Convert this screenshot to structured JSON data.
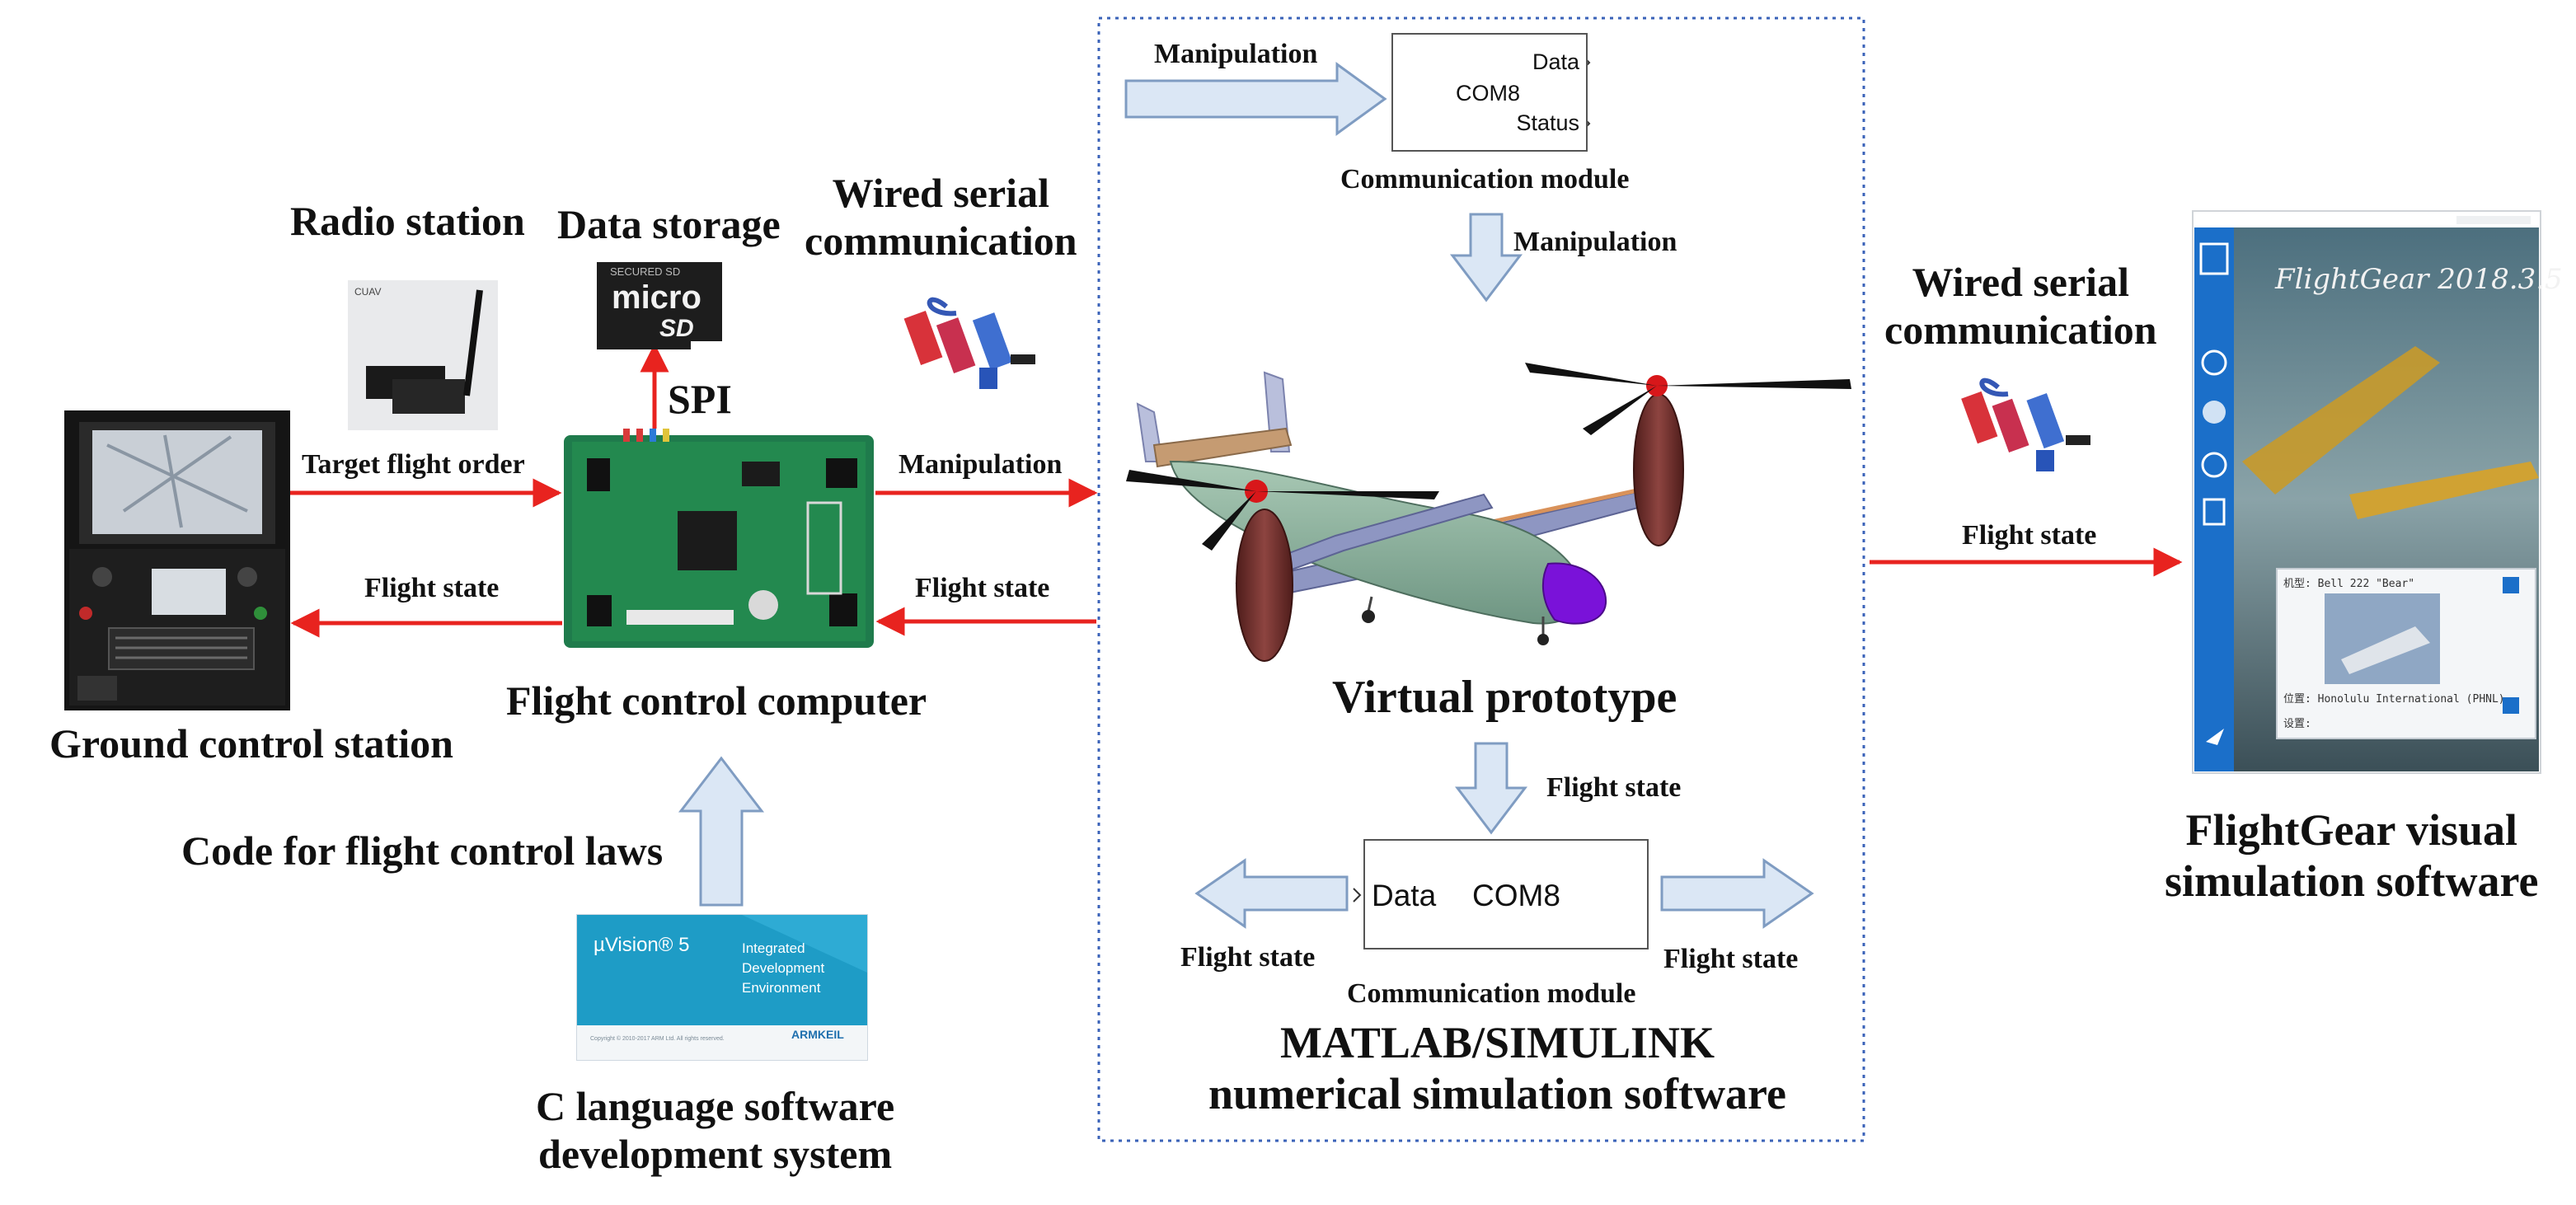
{
  "labels": {
    "radio_station": "Radio station",
    "data_storage": "Data storage",
    "wired_serial_left": [
      "Wired serial",
      "communication"
    ],
    "wired_serial_right": [
      "Wired serial",
      "communication"
    ],
    "spi": "SPI",
    "target_flight_order": "Target flight order",
    "flight_state_gcs": "Flight state",
    "manipulation_fcc": "Manipulation",
    "flight_state_fcc": "Flight state",
    "ground_control_station": "Ground control station",
    "flight_control_computer": "Flight control computer",
    "code_for_flight_control_laws": "Code for flight control laws",
    "c_language_system": [
      "C language software",
      "development system"
    ],
    "manipulation_top": "Manipulation",
    "comm_module_top": "Communication module",
    "manipulation_down": "Manipulation",
    "virtual_prototype": "Virtual prototype",
    "flight_state_down": "Flight state",
    "flight_state_left": "Flight state",
    "flight_state_right": "Flight state",
    "comm_module_bottom": "Communication module",
    "matlab_simulink": [
      "MATLAB/SIMULINK",
      "numerical simulation software"
    ],
    "flight_state_flightgear": "Flight state",
    "flightgear_software": [
      "FlightGear visual",
      "simulation software"
    ]
  },
  "blocks": {
    "top": {
      "port_in": "COM8",
      "out_data": "Data",
      "out_status": "Status"
    },
    "bottom": {
      "port_in": "Data",
      "name": "COM8"
    }
  },
  "pictures": {
    "sd_card": {
      "brand_top": "SECURED SD",
      "brand": "micro",
      "sub": "SD"
    },
    "radio": {
      "tag": "CUAV"
    },
    "uvision": {
      "title": "µVision® 5",
      "lines": [
        "Integrated",
        "Development",
        "Environment"
      ],
      "brand": "ARMKEIL",
      "footer": "Copyright © 2010-2017 ARM Ltd. All rights reserved."
    },
    "flightgear": {
      "title": "FlightGear 2018.3.5",
      "aircraft_line": "机型: Bell 222 \"Bear\"",
      "location_line": "位置: Honolulu International (PHNL)",
      "settings_line": "设置:"
    }
  },
  "colors": {
    "signal_arrow": "#e8231f",
    "block_arrow_fill": "#dbe7f5",
    "block_arrow_stroke": "#7f9cc2",
    "dotted_frame": "#3a62b8",
    "fuselage": "#8fb3a0",
    "nacelle": "#6e2d2a",
    "nose": "#7a12d9",
    "wing": "#8e96c2"
  }
}
